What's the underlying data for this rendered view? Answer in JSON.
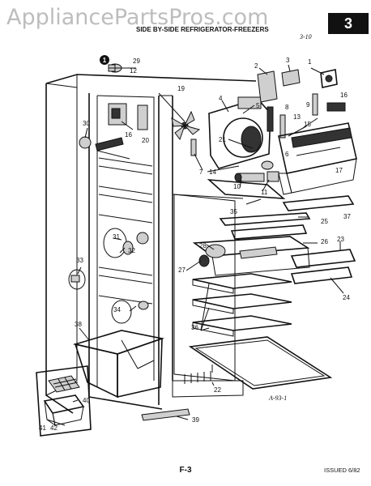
{
  "watermark": "AppliancePartsPros.com",
  "page_badge": "3",
  "header_title": "SIDE BY-SIDE REFRIGERATOR-FREEZERS",
  "handwritten_note": "3-10",
  "circled_marker": "1",
  "figure_code": "A-93-1",
  "page_label": "F-3",
  "issued": "ISSUED 6/82",
  "callouts": [
    "1",
    "2",
    "3",
    "4",
    "5",
    "6",
    "7",
    "8",
    "9",
    "10",
    "11",
    "12",
    "13",
    "14",
    "15",
    "16",
    "16",
    "17",
    "19",
    "20",
    "21",
    "22",
    "23",
    "24",
    "25",
    "26",
    "27",
    "28",
    "29",
    "30",
    "31",
    "32",
    "33",
    "34",
    "35",
    "35",
    "36",
    "37",
    "38",
    "39",
    "40",
    "41",
    "42"
  ]
}
